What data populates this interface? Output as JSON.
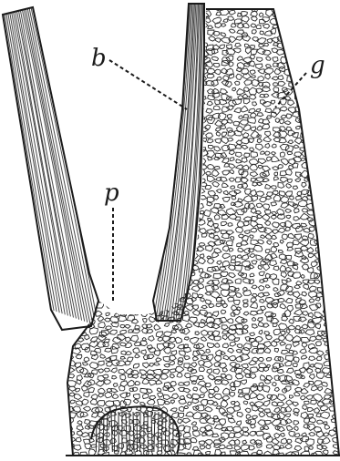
{
  "labels": {
    "b": "b",
    "g": "g",
    "p": "p"
  },
  "colors": {
    "ink": "#1a1a1a",
    "paper": "#ffffff"
  }
}
